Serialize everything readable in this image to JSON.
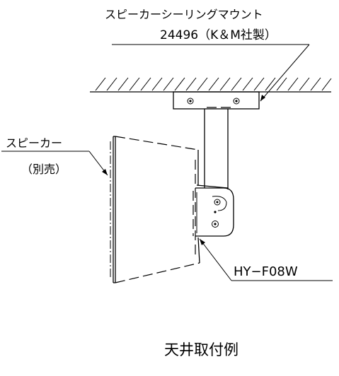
{
  "labels": {
    "mount_name": "スピーカーシーリングマウント",
    "mount_model": "24496（K＆M社製）",
    "speaker_name": "スピーカー",
    "speaker_note": "（別売）",
    "bracket_model": "HY−F08W",
    "caption": "天井取付例"
  }
}
